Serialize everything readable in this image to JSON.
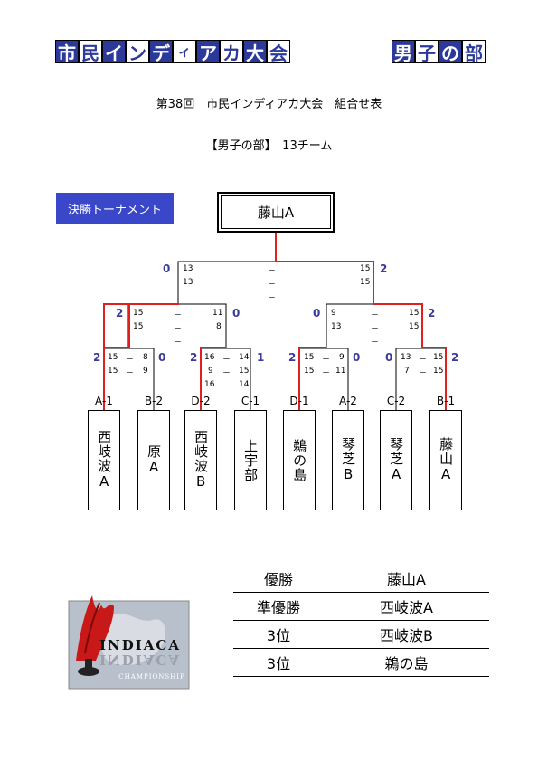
{
  "header": {
    "title_chars": [
      "市",
      "民",
      "イ",
      "ン",
      "デ",
      "ィ",
      "ア",
      "カ",
      "大",
      "会"
    ],
    "division_chars": [
      "男",
      "子",
      "の",
      "部"
    ],
    "subtitle": "第38回　市民インディアカ大会　組合せ表",
    "division_line": "【男子の部】　13チーム"
  },
  "bracket": {
    "badge": "決勝トーナメント",
    "champion_box": "藤山A",
    "teams": [
      {
        "seed": "A-1",
        "name": "西岐波A"
      },
      {
        "seed": "B-2",
        "name": "原A"
      },
      {
        "seed": "D-2",
        "name": "西岐波B"
      },
      {
        "seed": "C-1",
        "name": "上宇部"
      },
      {
        "seed": "D-1",
        "name": "鵜の島"
      },
      {
        "seed": "A-2",
        "name": "琴芝B"
      },
      {
        "seed": "C-2",
        "name": "琴芝A"
      },
      {
        "seed": "B-1",
        "name": "藤山A"
      }
    ],
    "matches": {
      "r1_1": {
        "left_sets": "2",
        "right_sets": "0",
        "left": [
          "15",
          "15",
          ""
        ],
        "right": [
          "8",
          "9",
          ""
        ]
      },
      "r1_2": {
        "left_sets": "2",
        "right_sets": "1",
        "left": [
          "16",
          "9",
          "16"
        ],
        "right": [
          "14",
          "15",
          "14"
        ]
      },
      "r1_3": {
        "left_sets": "2",
        "right_sets": "0",
        "left": [
          "15",
          "15",
          ""
        ],
        "right": [
          "9",
          "11",
          ""
        ]
      },
      "r1_4": {
        "left_sets": "0",
        "right_sets": "2",
        "left": [
          "13",
          "7",
          ""
        ],
        "right": [
          "15",
          "15",
          ""
        ]
      },
      "sf_1": {
        "left_sets": "2",
        "right_sets": "0",
        "left": [
          "15",
          "15",
          ""
        ],
        "right": [
          "11",
          "8",
          ""
        ]
      },
      "sf_2": {
        "left_sets": "0",
        "right_sets": "2",
        "left": [
          "9",
          "13",
          ""
        ],
        "right": [
          "15",
          "15",
          ""
        ]
      },
      "final": {
        "left_sets": "0",
        "right_sets": "2",
        "left": [
          "13",
          "13",
          ""
        ],
        "right": [
          "15",
          "15",
          ""
        ]
      }
    },
    "dash": "－"
  },
  "results": [
    {
      "place": "優勝",
      "team": "藤山A"
    },
    {
      "place": "準優勝",
      "team": "西岐波A"
    },
    {
      "place": "3位",
      "team": "西岐波B"
    },
    {
      "place": "3位",
      "team": "鵜の島"
    }
  ],
  "logo": {
    "word": "INDIACA",
    "word_reflection": "INDIACA",
    "caption": "CHAMPIONSHIP"
  },
  "colors": {
    "tile_blue": "#2b3a9a",
    "badge_blue": "#3a47c8",
    "winner_line": "#e02020",
    "set_number": "#3b3b9a"
  }
}
